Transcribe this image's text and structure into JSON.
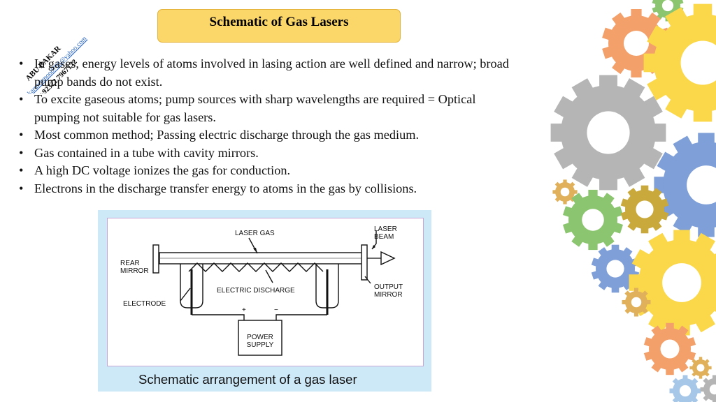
{
  "title": "Schematic of Gas Lasers",
  "watermark": {
    "name": "ABU BAKAR",
    "email": "abubakarmehmood786@yahoo.com",
    "phone": "+92322 7967172"
  },
  "bullets": [
    "In gases, energy levels of atoms involved in lasing action are well defined and narrow; broad pump bands do not exist.",
    "To excite gaseous atoms; pump sources with sharp wavelengths are required = Optical pumping not suitable for gas lasers.",
    " Most common method; Passing electric discharge through the gas medium.",
    "Gas contained in a tube with cavity mirrors.",
    "A high DC voltage ionizes the gas for conduction.",
    "Electrons in the discharge transfer energy to atoms in the gas by collisions."
  ],
  "figure": {
    "caption": "Schematic arrangement of a gas laser",
    "labels": {
      "laser_gas": "LASER GAS",
      "laser_beam_1": "LASER",
      "laser_beam_2": "BEAM",
      "rear_mirror_1": "REAR",
      "rear_mirror_2": "MIRROR",
      "electric_discharge": "ELECTRIC DISCHARGE",
      "electrode": "ELECTRODE",
      "output_mirror_1": "OUTPUT",
      "output_mirror_2": "MIRROR",
      "plus": "+",
      "minus": "−",
      "power_supply_1": "POWER",
      "power_supply_2": "SUPPLY"
    }
  },
  "decor": {
    "gear_colors": [
      "#f3a06b",
      "#fbd74a",
      "#b5b5b5",
      "#7f9fd8",
      "#8cc56f",
      "#c9a83c",
      "#a7c7e8",
      "#e0b05a"
    ]
  }
}
